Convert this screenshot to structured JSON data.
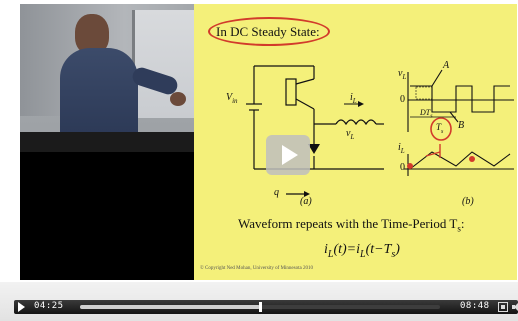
{
  "slide": {
    "title": "In DC Steady State:",
    "caption_main": "Waveform repeats with the Time-Period T",
    "caption_sub": "s",
    "caption_colon": ":",
    "formula_left": "i",
    "formula_left_sub": "L",
    "formula_mid": "(t)=i",
    "formula_mid_sub": "L",
    "formula_right": "(t−T",
    "formula_right_sub": "s",
    "formula_end": ")",
    "copyright": "© Copyright Ned Mohan, University of Minnesota 2010",
    "labels": {
      "vin": "V",
      "vin_sub": "in",
      "iL": "i",
      "iL_sub": "L",
      "vL": "v",
      "vL_sub": "L",
      "q": "q",
      "fig_a": "(a)",
      "fig_b": "(b)",
      "A": "A",
      "B": "B",
      "zero1": "0",
      "zero2": "0",
      "dts": "DT",
      "dts_sub": "s",
      "ts": "T",
      "ts_sub": "s",
      "vL_axis": "v",
      "vL_axis_sub": "L",
      "iL_axis": "i",
      "iL_axis_sub": "L"
    }
  },
  "controls": {
    "current_time": "04:25",
    "duration": "08:48",
    "progress_fraction": 0.5
  },
  "colors": {
    "slide_bg": "#f4f07a",
    "accent_red": "#d23b2b"
  }
}
